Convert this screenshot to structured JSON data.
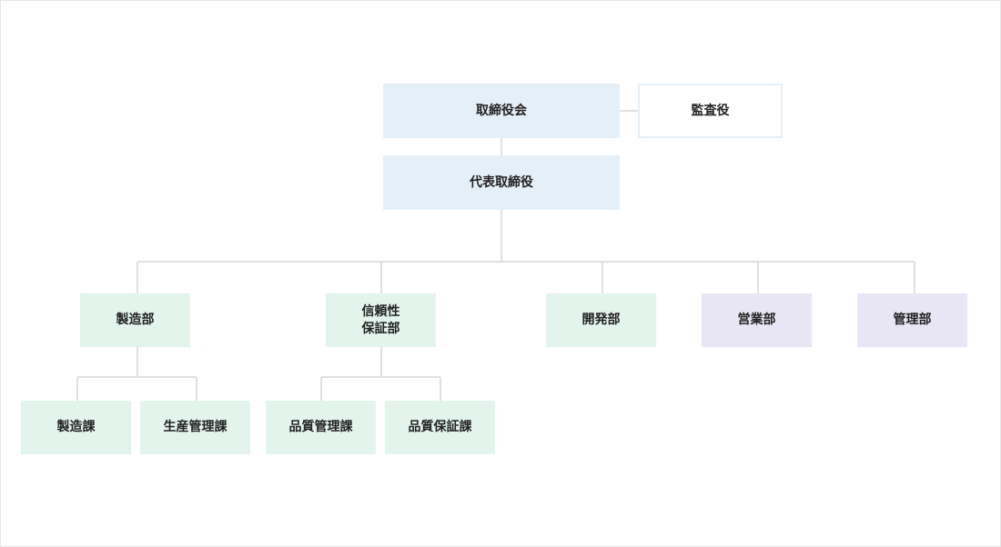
{
  "org_chart": {
    "board": "取締役会",
    "auditor": "監査役",
    "president": "代表取締役",
    "departments": {
      "manufacturing": "製造部",
      "reliability_qa": "信頼性\n保証部",
      "development": "開発部",
      "sales": "営業部",
      "administration": "管理部"
    },
    "sections": {
      "manufacturing_section": "製造課",
      "production_control": "生産管理課",
      "quality_control": "品質管理課",
      "quality_assurance": "品質保証課"
    }
  },
  "colors": {
    "executive": "#e5eff8",
    "production_departments": "#e3f4ed",
    "business_departments": "#e8e5f4",
    "connector": "#e1e1e1"
  }
}
